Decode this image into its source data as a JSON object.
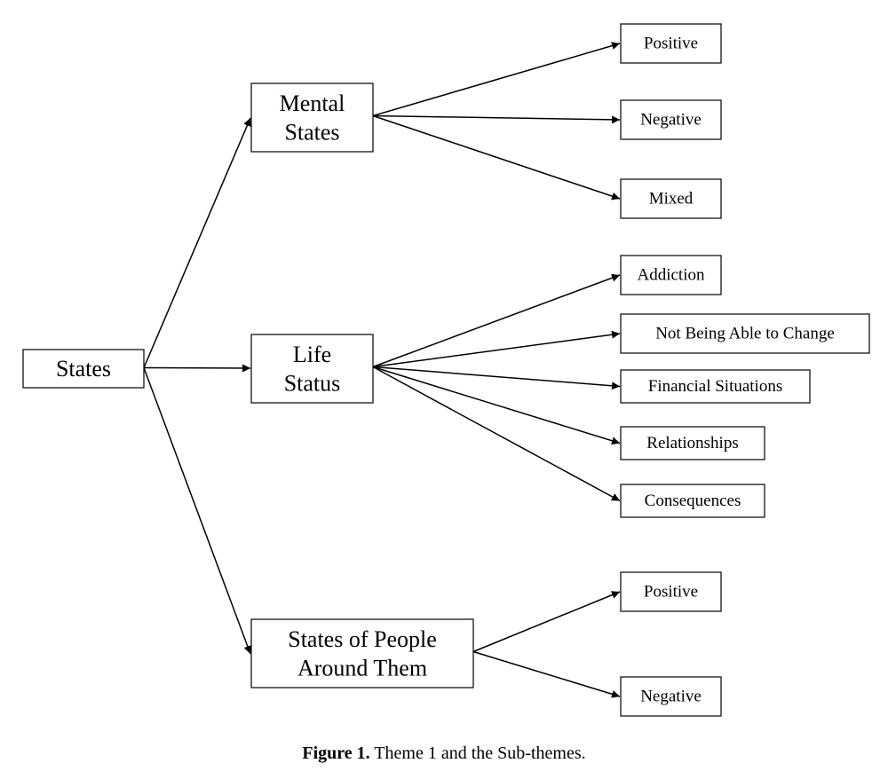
{
  "diagram": {
    "root": {
      "lines": [
        "States"
      ]
    },
    "themes": [
      {
        "lines": [
          "Mental",
          "States"
        ],
        "subthemes": [
          "Positive",
          "Negative",
          "Mixed"
        ]
      },
      {
        "lines": [
          "Life",
          "Status"
        ],
        "subthemes": [
          "Addiction",
          "Not Being Able to Change",
          "Financial Situations",
          "Relationships",
          "Consequences"
        ]
      },
      {
        "lines": [
          "States of People",
          "Around Them"
        ],
        "subthemes": [
          "Positive",
          "Negative"
        ]
      }
    ],
    "stroke_color": "#000000"
  },
  "caption": {
    "label": "Figure 1.",
    "text": " Theme 1 and the Sub-themes."
  }
}
